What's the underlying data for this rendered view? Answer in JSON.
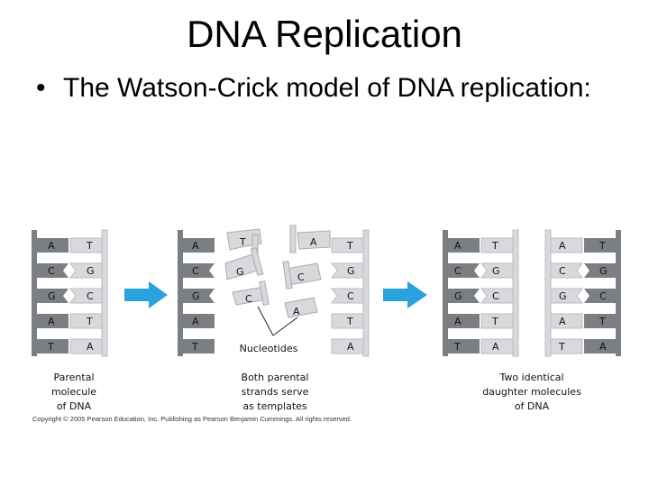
{
  "title": "DNA Replication",
  "bullet": "The Watson-Crick model of DNA replication:",
  "diagram": {
    "parental": {
      "left": [
        "A",
        "C",
        "G",
        "A",
        "T"
      ],
      "right": [
        "T",
        "G",
        "C",
        "T",
        "A"
      ],
      "caption": [
        "Parental",
        "molecule",
        "of DNA"
      ]
    },
    "templates": {
      "left_strand": [
        "A",
        "C",
        "G",
        "A",
        "T"
      ],
      "right_strand": [
        "T",
        "G",
        "C",
        "T",
        "A"
      ],
      "free_nucleotides": [
        "T",
        "G",
        "C",
        "A",
        "C",
        "A"
      ],
      "nucleotides_label": "Nucleotides",
      "caption": [
        "Both parental",
        "strands serve",
        "as templates"
      ]
    },
    "daughters": {
      "left": [
        "A",
        "C",
        "G",
        "A",
        "T"
      ],
      "right": [
        "T",
        "G",
        "C",
        "T",
        "A"
      ],
      "caption": [
        "Two identical",
        "daughter molecules",
        "of DNA"
      ]
    },
    "copyright": "Copyright © 2005 Pearson Education, Inc. Publishing as Pearson Benjamin Cummings. All rights reserved.",
    "colors": {
      "dark_strand": "#7b7e83",
      "light_strand": "#d7d9dc",
      "arrow": "#29a3df"
    }
  }
}
